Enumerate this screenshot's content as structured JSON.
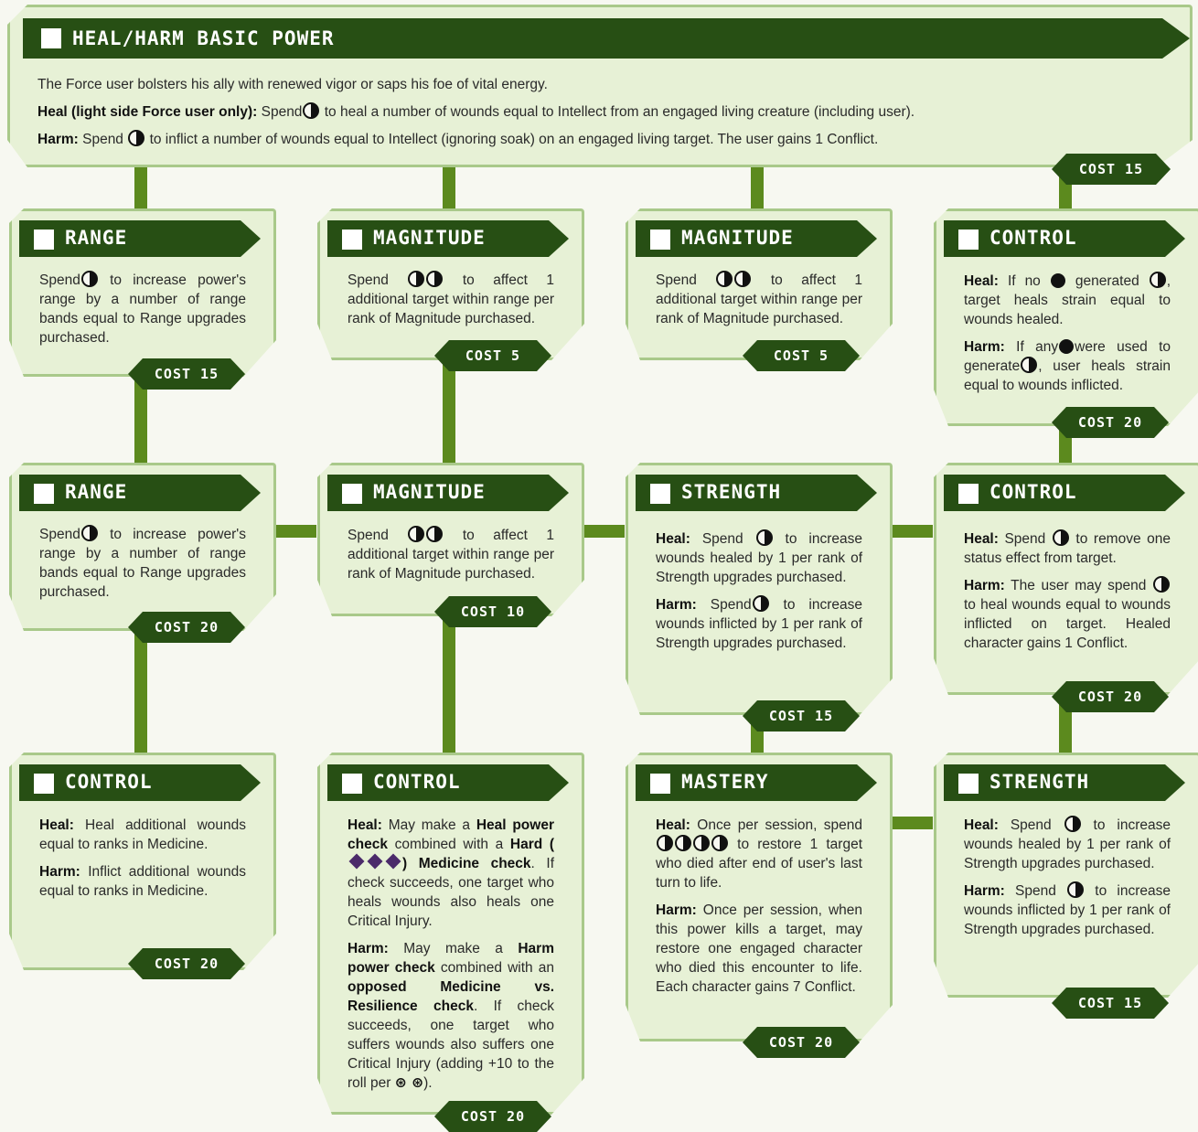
{
  "basic": {
    "title": "HEAL/HARM BASIC POWER",
    "intro": "The Force user bolsters his ally with renewed vigor or saps his foe of vital energy.",
    "heal_label": "Heal (light side Force user only):",
    "heal_pre": "Spend",
    "heal_post": "to heal a number of wounds equal to Intellect from an engaged living creature (including user).",
    "harm_label": "Harm:",
    "harm_pre": "Spend",
    "harm_post": "to inflict a number of wounds equal to Intellect (ignoring soak) on an engaged living target. The user gains 1 Conflict.",
    "cost": "COST 15"
  },
  "row1": {
    "range": {
      "title": "RANGE",
      "pre": "Spend",
      "post": "to increase power's range by a number of range bands equal to Range upgrades purchased.",
      "cost": "COST 15"
    },
    "mag_a": {
      "title": "MAGNITUDE",
      "pre": "Spend",
      "post": "to affect 1 additional target within range per rank of Magnitude purchased.",
      "cost": "COST 5"
    },
    "mag_b": {
      "title": "MAGNITUDE",
      "pre": "Spend",
      "post": "to affect 1 additional target within range per rank of Magnitude purchased.",
      "cost": "COST 5"
    },
    "control": {
      "title": "CONTROL",
      "heal_label": "Heal:",
      "heal_a": "If no",
      "heal_b": "generated",
      "heal_c": ", target heals strain equal to wounds healed.",
      "harm_label": "Harm:",
      "harm_a": "If any",
      "harm_b": "were used to generate",
      "harm_c": ", user heals strain equal to wounds inflicted.",
      "cost": "COST 20"
    }
  },
  "row2": {
    "range": {
      "title": "RANGE",
      "pre": "Spend",
      "post": "to increase power's range by a number of range bands equal to Range upgrades purchased.",
      "cost": "COST 20"
    },
    "mag": {
      "title": "MAGNITUDE",
      "pre": "Spend",
      "post": "to affect 1 additional target within range per rank of Magnitude purchased.",
      "cost": "COST 10"
    },
    "strength": {
      "title": "STRENGTH",
      "heal_label": "Heal:",
      "heal_pre": "Spend",
      "heal_post": "to increase wounds healed by 1 per rank of Strength upgrades purchased.",
      "harm_label": "Harm:",
      "harm_pre": "Spend",
      "harm_post": "to increase wounds inflicted by 1 per rank of Strength upgrades purchased.",
      "cost": "COST 15"
    },
    "control": {
      "title": "CONTROL",
      "heal_label": "Heal:",
      "heal_pre": "Spend",
      "heal_post": "to remove one status effect from target.",
      "harm_label": "Harm:",
      "harm_pre": "The user may spend",
      "harm_post": "to heal wounds equal to wounds inflicted on target. Healed character gains 1 Conflict.",
      "cost": "COST 20"
    }
  },
  "row3": {
    "control_a": {
      "title": "CONTROL",
      "heal_label": "Heal:",
      "heal_text": "Heal additional wounds equal to ranks in Medicine.",
      "harm_label": "Harm:",
      "harm_text": "Inflict additional wounds equal to ranks in Medicine.",
      "cost": "COST 20"
    },
    "control_b": {
      "title": "CONTROL",
      "heal_label": "Heal:",
      "heal_a": "May make a",
      "heal_b": "Heal power check",
      "heal_c": "combined with a",
      "heal_d": "Hard (",
      "heal_e": ") Medicine check",
      "heal_f": ". If check succeeds, one target who heals wounds also heals one Critical Injury.",
      "harm_label": "Harm:",
      "harm_a": "May make a",
      "harm_b": "Harm power check",
      "harm_c": "combined with an",
      "harm_d": "opposed Medicine vs. Resilience check",
      "harm_e": ". If check succeeds, one target who suffers wounds also suffers one Critical Injury (adding +10 to the roll per",
      "harm_f": ").",
      "triumph": "⊛ ⊛",
      "cost": "COST 20"
    },
    "mastery": {
      "title": "MASTERY",
      "heal_label": "Heal:",
      "heal_a": "Once per session, spend",
      "heal_b": "to restore 1 target who died after end of user's last turn to life.",
      "harm_label": "Harm:",
      "harm_text": "Once per session, when this power kills a target, may restore one engaged character who died this encounter to life. Each character gains 7 Conflict.",
      "cost": "COST 20"
    },
    "strength": {
      "title": "STRENGTH",
      "heal_label": "Heal:",
      "heal_pre": "Spend",
      "heal_post": "to increase wounds healed by 1 per rank of Strength upgrades purchased.",
      "harm_label": "Harm:",
      "harm_pre": "Spend",
      "harm_post": "to increase wounds inflicted by 1 per rank of Strength upgrades purchased.",
      "cost": "COST 15"
    }
  }
}
